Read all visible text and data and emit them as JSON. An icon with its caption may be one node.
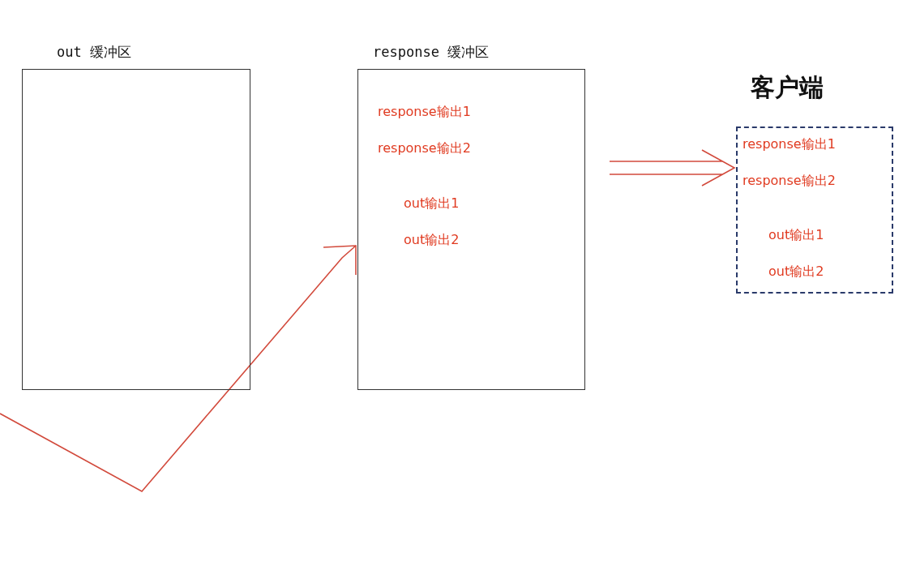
{
  "diagram": {
    "nodes": [
      {
        "text": [
          "out 缓冲区"
        ]
      },
      {
        "text": [
          "response 缓冲区",
          "response输出1",
          "response输出2",
          "out输出1",
          "out输出2"
        ]
      },
      {
        "text": [
          "客户端",
          "response输出1",
          "response输出2",
          "out输出1",
          "out输出2"
        ]
      }
    ],
    "edges": [
      {
        "from": null,
        "to": 1,
        "arrow": "to"
      },
      {
        "from": 1,
        "to": 2,
        "arrow": "to"
      }
    ]
  }
}
